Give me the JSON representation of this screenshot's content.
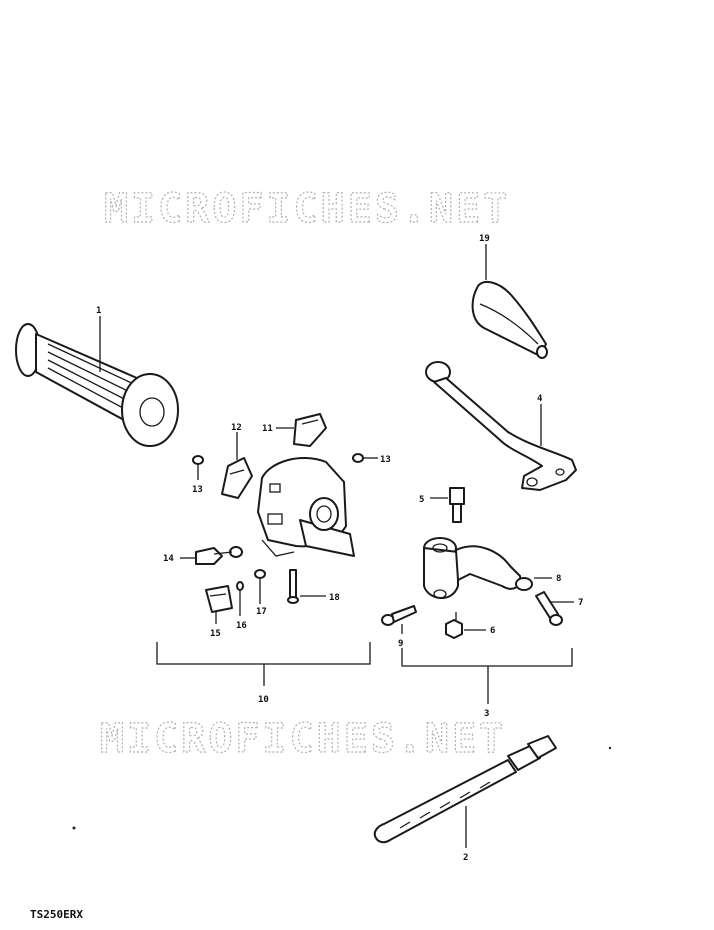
{
  "watermark_text": "MICROFICHES.NET",
  "model_code": "TS250ERX",
  "callouts": {
    "c1": "1",
    "c2": "2",
    "c3": "3",
    "c4": "4",
    "c5": "5",
    "c6": "6",
    "c7": "7",
    "c8": "8",
    "c9": "9",
    "c10": "10",
    "c11": "11",
    "c12": "12",
    "c13a": "13",
    "c13b": "13",
    "c14": "14",
    "c15": "15",
    "c16": "16",
    "c17": "17",
    "c18": "18",
    "c19": "19"
  }
}
